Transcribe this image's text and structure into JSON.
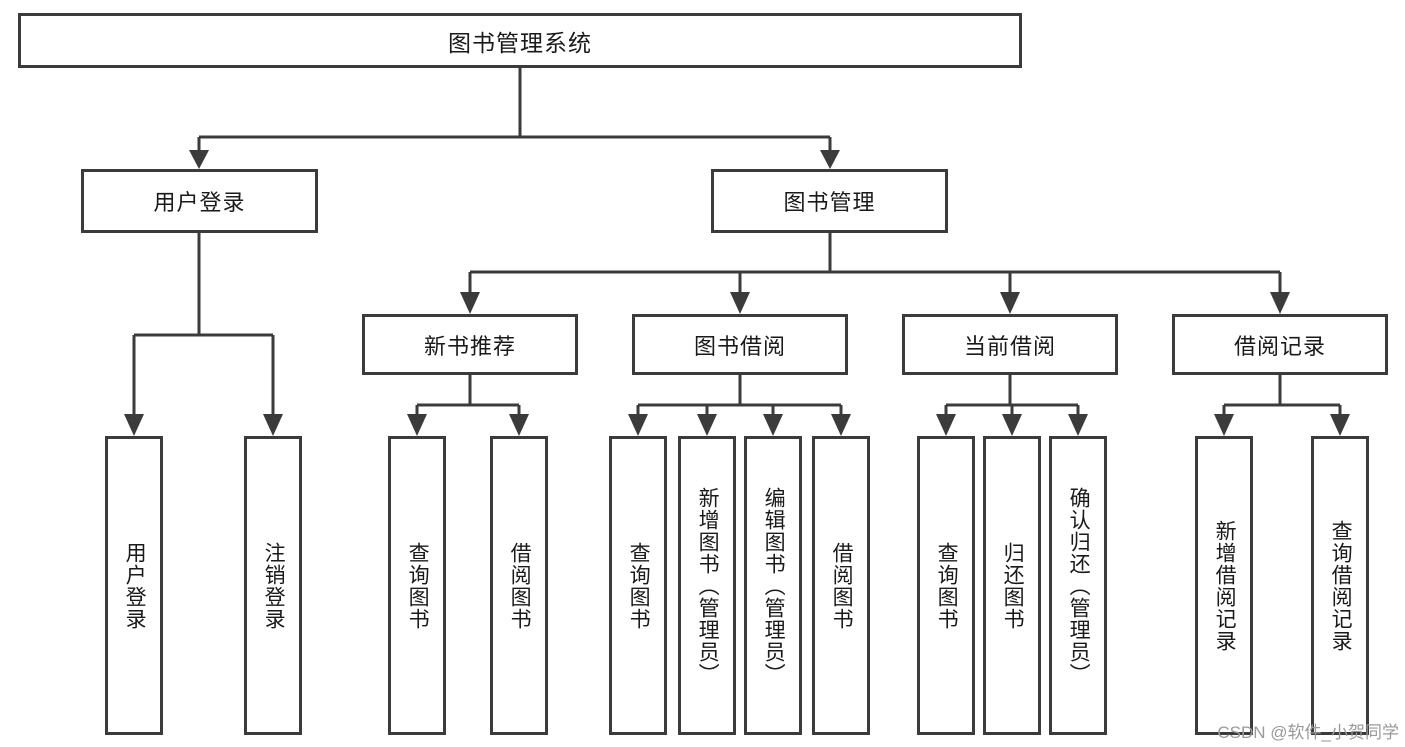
{
  "diagram": {
    "type": "tree",
    "title": "图书管理系统",
    "root": {
      "label": "图书管理系统"
    },
    "level1": [
      {
        "label": "用户登录"
      },
      {
        "label": "图书管理"
      }
    ],
    "level2": [
      {
        "label": "新书推荐"
      },
      {
        "label": "图书借阅"
      },
      {
        "label": "当前借阅"
      },
      {
        "label": "借阅记录"
      }
    ],
    "leaves": {
      "user_login": [
        {
          "label": "用户登录"
        },
        {
          "label": "注销登录"
        }
      ],
      "new_book_recommend": [
        {
          "label": "查询图书"
        },
        {
          "label": "借阅图书"
        }
      ],
      "book_borrow": [
        {
          "label": "查询图书"
        },
        {
          "label": "新增图书（管理员）"
        },
        {
          "label": "编辑图书（管理员）"
        },
        {
          "label": "借阅图书"
        }
      ],
      "current_borrow": [
        {
          "label": "查询图书"
        },
        {
          "label": "归还图书"
        },
        {
          "label": "确认归还（管理员）"
        }
      ],
      "borrow_record": [
        {
          "label": "新增借阅记录"
        },
        {
          "label": "查询借阅记录"
        }
      ]
    }
  },
  "watermark": {
    "text": "CSDN @软件_小贺同学"
  },
  "colors": {
    "stroke": "#3b3b3b",
    "fill": "#ffffff",
    "text": "#1a1a1a",
    "watermark": "#9a9a9a"
  }
}
